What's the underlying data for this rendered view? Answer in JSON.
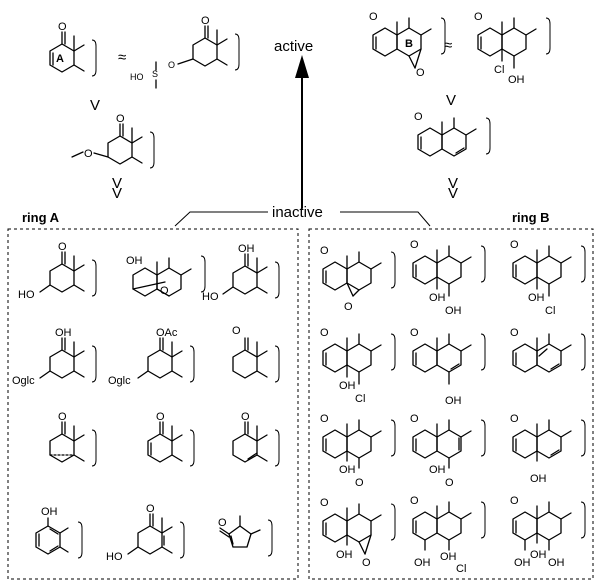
{
  "header": {
    "active_label": "active",
    "inactive_label": "inactive"
  },
  "panels": {
    "ring_a_title": "ring A",
    "ring_b_title": "ring B"
  },
  "symbols": {
    "approx": "≈",
    "greater": "V",
    "much_greater": "V\nV"
  },
  "ring_labels": {
    "a": "A",
    "b": "B"
  },
  "atoms": {
    "O": "O",
    "OH": "OH",
    "Cl": "Cl",
    "OAc": "OAc",
    "Oglc": "Oglc",
    "HO": "HO",
    "S": "S"
  },
  "sulfate": {
    "ho": "HO",
    "s": "S",
    "o": "O"
  },
  "colors": {
    "ink": "#000000",
    "background": "#ffffff"
  }
}
